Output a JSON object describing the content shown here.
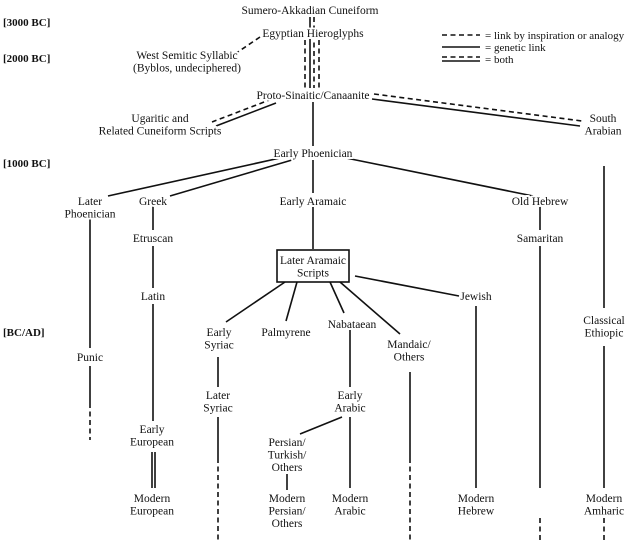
{
  "eras": [
    {
      "id": "3000bc",
      "text": "[3000 BC]"
    },
    {
      "id": "2000bc",
      "text": "[2000 BC]"
    },
    {
      "id": "1000bc",
      "text": "[1000 BC]"
    },
    {
      "id": "bcad",
      "text": "[BC/AD]"
    }
  ],
  "legend": [
    {
      "id": "dashed",
      "text": "= link by inspiration or analogy"
    },
    {
      "id": "solid",
      "text": "= genetic link"
    },
    {
      "id": "both",
      "text": "= both"
    }
  ],
  "scripts": [
    {
      "id": "sumero-akkadian",
      "lines": [
        "Sumero-Akkadian Cuneiform"
      ]
    },
    {
      "id": "egyptian",
      "lines": [
        "Egyptian Hieroglyphs"
      ]
    },
    {
      "id": "west-semitic",
      "lines": [
        "West Semitic Syllabic",
        "(Byblos, undeciphered)"
      ]
    },
    {
      "id": "proto-sinaitic",
      "lines": [
        "Proto-Sinaitic/Canaanite"
      ]
    },
    {
      "id": "ugaritic",
      "lines": [
        "Ugaritic and",
        "Related Cuneiform Scripts"
      ]
    },
    {
      "id": "south-arabian",
      "lines": [
        "South",
        "Arabian"
      ]
    },
    {
      "id": "early-phoenician",
      "lines": [
        "Early Phoenician"
      ]
    },
    {
      "id": "later-phoenician",
      "lines": [
        "Later",
        "Phoenician"
      ]
    },
    {
      "id": "greek",
      "lines": [
        "Greek"
      ]
    },
    {
      "id": "early-aramaic",
      "lines": [
        "Early Aramaic"
      ]
    },
    {
      "id": "old-hebrew",
      "lines": [
        "Old Hebrew"
      ]
    },
    {
      "id": "etruscan",
      "lines": [
        "Etruscan"
      ]
    },
    {
      "id": "samaritan",
      "lines": [
        "Samaritan"
      ]
    },
    {
      "id": "later-aramaic",
      "lines": [
        "Later Aramaic",
        "Scripts"
      ]
    },
    {
      "id": "latin",
      "lines": [
        "Latin"
      ]
    },
    {
      "id": "jewish",
      "lines": [
        "Jewish"
      ]
    },
    {
      "id": "early-syriac",
      "lines": [
        "Early",
        "Syriac"
      ]
    },
    {
      "id": "palmyrene",
      "lines": [
        "Palmyrene"
      ]
    },
    {
      "id": "nabataean",
      "lines": [
        "Nabataean"
      ]
    },
    {
      "id": "mandaic",
      "lines": [
        "Mandaic/",
        "Others"
      ]
    },
    {
      "id": "classical-ethiopic",
      "lines": [
        "Classical",
        "Ethiopic"
      ]
    },
    {
      "id": "punic",
      "lines": [
        "Punic"
      ]
    },
    {
      "id": "later-syriac",
      "lines": [
        "Later",
        "Syriac"
      ]
    },
    {
      "id": "early-arabic",
      "lines": [
        "Early",
        "Arabic"
      ]
    },
    {
      "id": "early-european",
      "lines": [
        "Early",
        "European"
      ]
    },
    {
      "id": "persian-turkish",
      "lines": [
        "Persian/",
        "Turkish/",
        "Others"
      ]
    },
    {
      "id": "modern-european",
      "lines": [
        "Modern",
        "European"
      ]
    },
    {
      "id": "modern-persian",
      "lines": [
        "Modern",
        "Persian/",
        "Others"
      ]
    },
    {
      "id": "modern-arabic",
      "lines": [
        "Modern",
        "Arabic"
      ]
    },
    {
      "id": "modern-hebrew",
      "lines": [
        "Modern",
        "Hebrew"
      ]
    },
    {
      "id": "modern-amharic",
      "lines": [
        "Modern",
        "Amharic"
      ]
    }
  ]
}
